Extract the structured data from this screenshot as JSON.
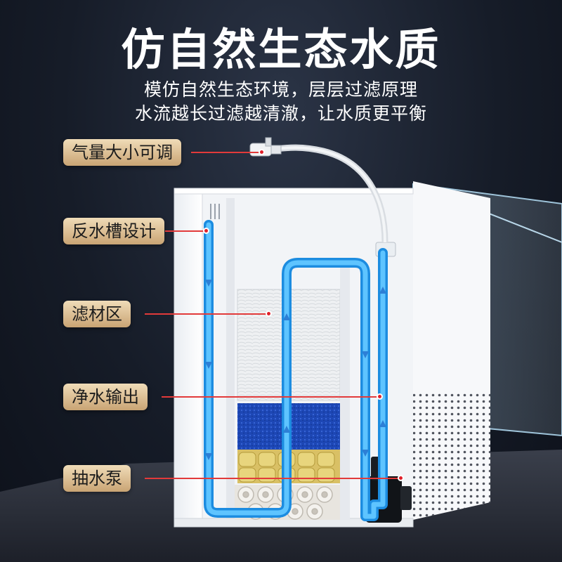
{
  "title": "仿自然生态水质",
  "subtitle": {
    "line1": "模仿自然生态环境，层层过滤原理",
    "line2": "水流越长过滤越清澈，让水质更平衡"
  },
  "callouts": [
    {
      "label": "气量大小可调"
    },
    {
      "label": "反水槽设计"
    },
    {
      "label": "滤材区"
    },
    {
      "label": "净水输出"
    },
    {
      "label": "抽水泵"
    }
  ],
  "colors": {
    "accent_gold": "#d9b98a",
    "leader_red": "#e23a3a",
    "water_flow": "#3aa8f0",
    "sponge_blue": "#1d47b5",
    "background": "#161c28"
  },
  "icons": [
    "flow-arrow-icon",
    "air-valve-icon"
  ]
}
